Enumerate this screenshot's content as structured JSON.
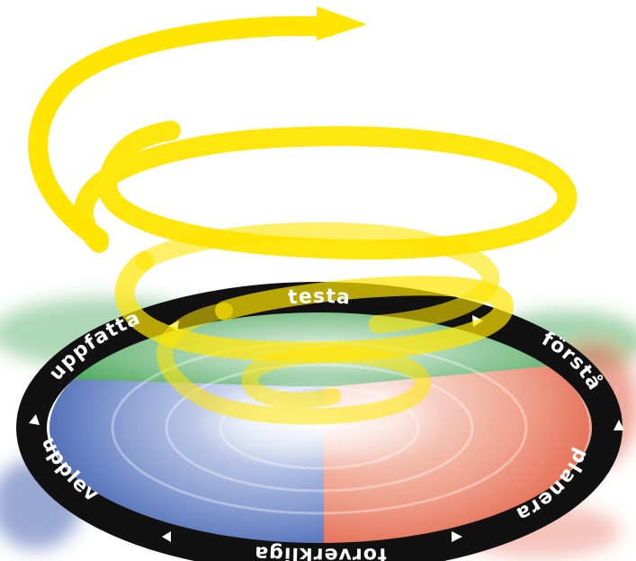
{
  "diagram": {
    "ring_labels": {
      "top": "testa",
      "upper_right": "förstå",
      "right": "planera",
      "bottom": "förverkliga",
      "left": "upplev",
      "upper_left": "uppfatta"
    },
    "colors": {
      "spiral": "#FFE500",
      "ring": "#111111",
      "ring_text": "#FFFFFF",
      "quadrant_green": "#2E9A3E",
      "quadrant_red": "#E0553A",
      "quadrant_blue": "#3556A8"
    }
  }
}
